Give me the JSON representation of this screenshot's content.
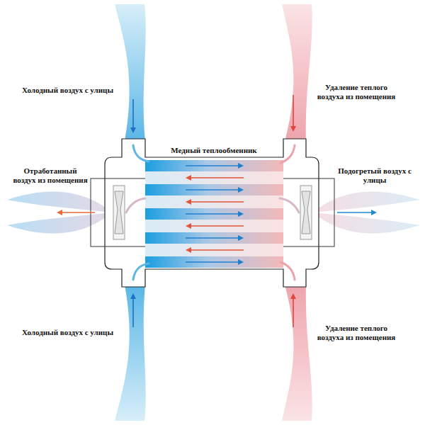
{
  "diagram": {
    "labels": [
      "Холодный воздух с улицы",
      "Удаление теплого воздуха из помещения",
      "Медный теплообменник",
      "Отработанный воздух из помещения",
      "Подогретый воздух с улицы",
      "Холодный воздух с улицы",
      "Удаление теплого воздуха из помещения"
    ]
  }
}
